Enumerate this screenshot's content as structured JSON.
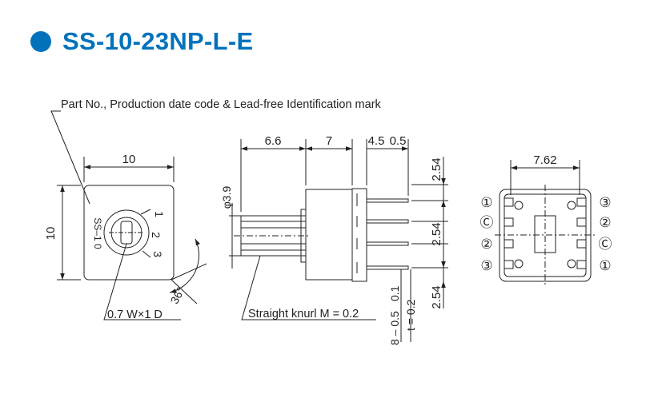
{
  "header": {
    "title": "SS-10-23NP-L-E",
    "accent_color": "#0072bc",
    "bullet_icon": "filled-circle-icon"
  },
  "callouts": {
    "part_mark": "Part No., Production date code & Lead-free Identification mark",
    "slot": "0.7 W×1 D",
    "knurl": "Straight knurl M = 0.2"
  },
  "front_view": {
    "width_dim": "10",
    "height_dim": "10",
    "angle_dim": "36°",
    "body_text": "SS–1 0",
    "position_labels": [
      "1",
      "2",
      "3"
    ]
  },
  "side_view": {
    "dims_top": [
      "6.6",
      "7",
      "4.5",
      "0.5"
    ],
    "shaft_dia": "φ3.9",
    "pitch_dims": [
      "2.54",
      "2.54",
      "2.54"
    ],
    "pin_spec": "8 – 0.5",
    "pin_spec_2": "0.1",
    "pin_thickness": "t = 0.2"
  },
  "bottom_view": {
    "width_dim": "7.62",
    "left_pins": [
      "①",
      "Ⓒ",
      "②",
      "③"
    ],
    "right_pins": [
      "③",
      "②",
      "Ⓒ",
      "①"
    ]
  }
}
